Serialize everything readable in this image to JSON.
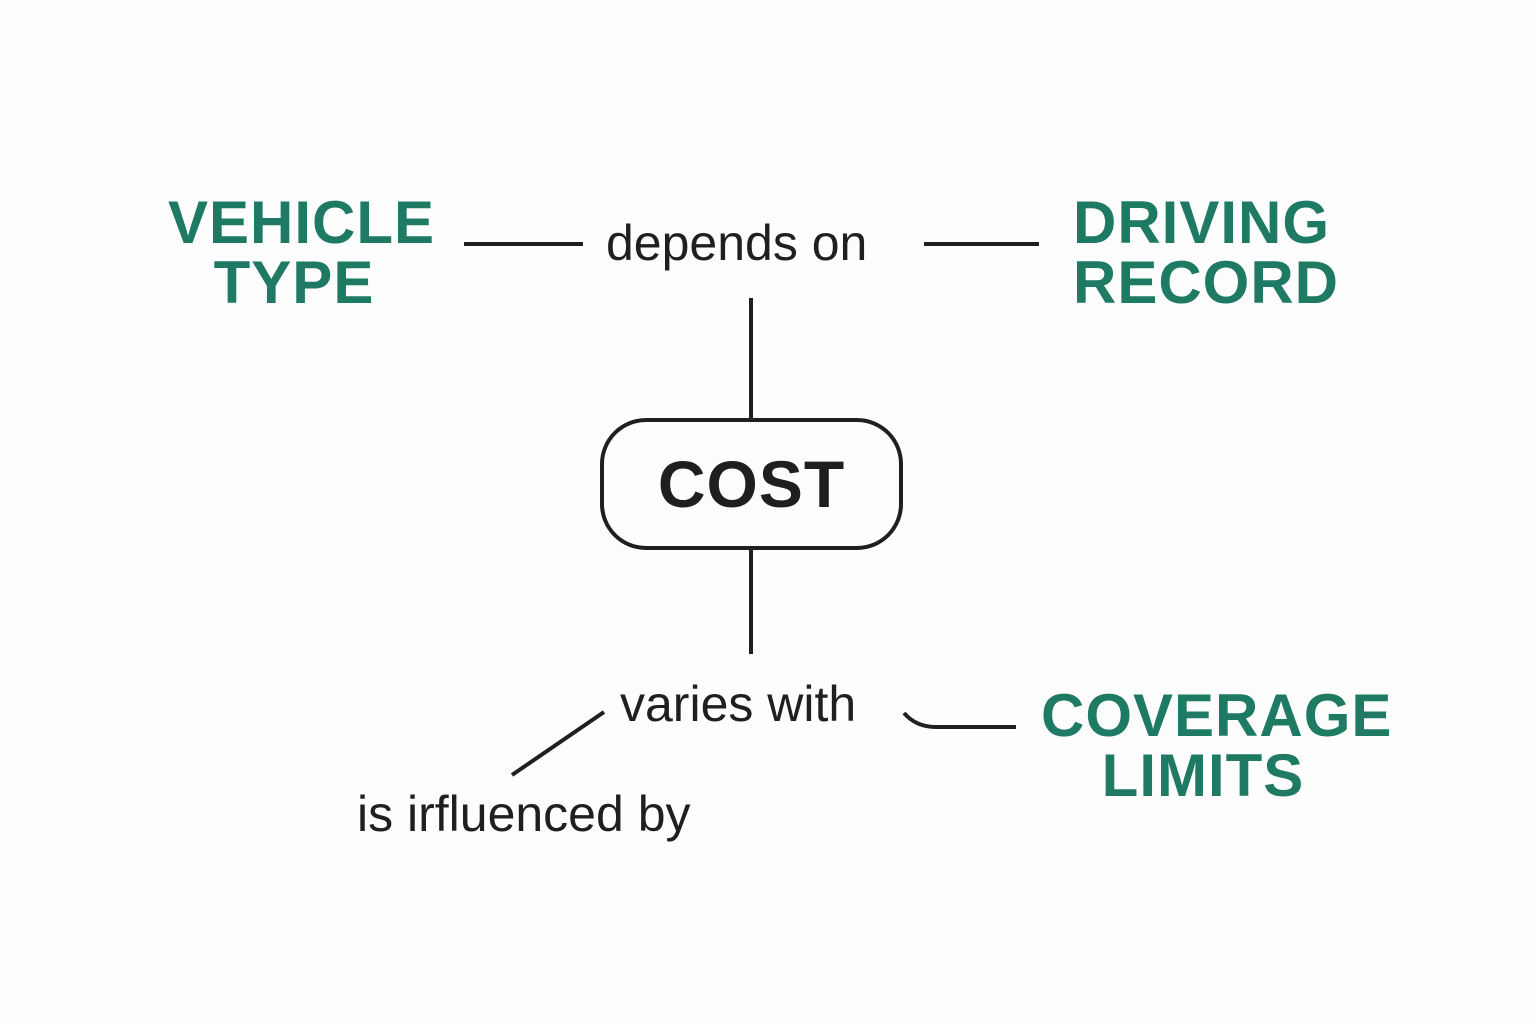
{
  "colors": {
    "node_text": "#1e7a62",
    "relation_text": "#1f1f1f",
    "lines": "#1f1f1f",
    "background": "#fdfdfd"
  },
  "center": {
    "label": "COST"
  },
  "nodes": {
    "vehicle_type": {
      "line1": "VEHICLE",
      "line2": "TYPE"
    },
    "driving_record": {
      "line1": "DRIVING",
      "line2": "RECORD"
    },
    "coverage_limits": {
      "line1": "COVERAGE",
      "line2": "LIMITS"
    }
  },
  "relations": {
    "depends_on": "depends on",
    "varies_with": "varies with",
    "is_influenced_by": "is irfluenced by"
  }
}
